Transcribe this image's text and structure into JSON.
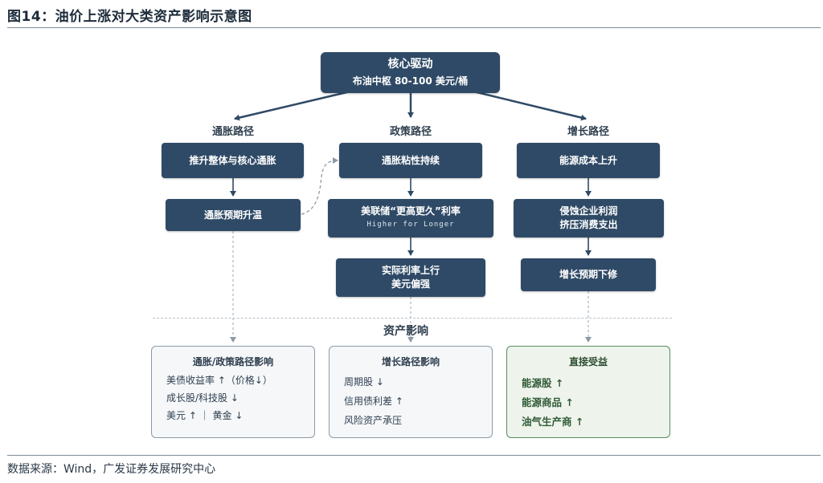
{
  "header": {
    "title": "图14：油价上涨对大类资产影响示意图"
  },
  "core": {
    "title": "核心驱动",
    "subtitle": "布油中枢 80-100 美元/桶"
  },
  "paths": {
    "inflation": {
      "label": "通胀路径",
      "box1": "推升整体与核心通胀",
      "box2": "通胀预期升温"
    },
    "policy": {
      "label": "政策路径",
      "box1": "通胀粘性持续",
      "box2": "美联储“更高更久”利率",
      "box2_sub": "Higher for Longer",
      "box3_line1": "实际利率上行",
      "box3_line2": "美元偏强"
    },
    "growth": {
      "label": "增长路径",
      "box1": "能源成本上升",
      "box2_line1": "侵蚀企业利润",
      "box2_line2": "挤压消费支出",
      "box3": "增长预期下修"
    }
  },
  "section": {
    "label": "资产影响"
  },
  "impacts": {
    "inflation_policy": {
      "title": "通胀/政策路径影响",
      "items": [
        "美债收益率 ↑（价格↓）",
        "成长股/科技股 ↓",
        "美元 ↑  ｜ 黄金 ↓"
      ]
    },
    "growth": {
      "title": "增长路径影响",
      "items": [
        "周期股 ↓",
        "信用债利差 ↑",
        "风险资产承压"
      ]
    },
    "direct": {
      "title": "直接受益",
      "items": [
        "能源股 ↑",
        "能源商品 ↑",
        "油气生产商 ↑"
      ]
    }
  },
  "footer": {
    "source": "数据来源：Wind，广发证券发展研究中心"
  }
}
